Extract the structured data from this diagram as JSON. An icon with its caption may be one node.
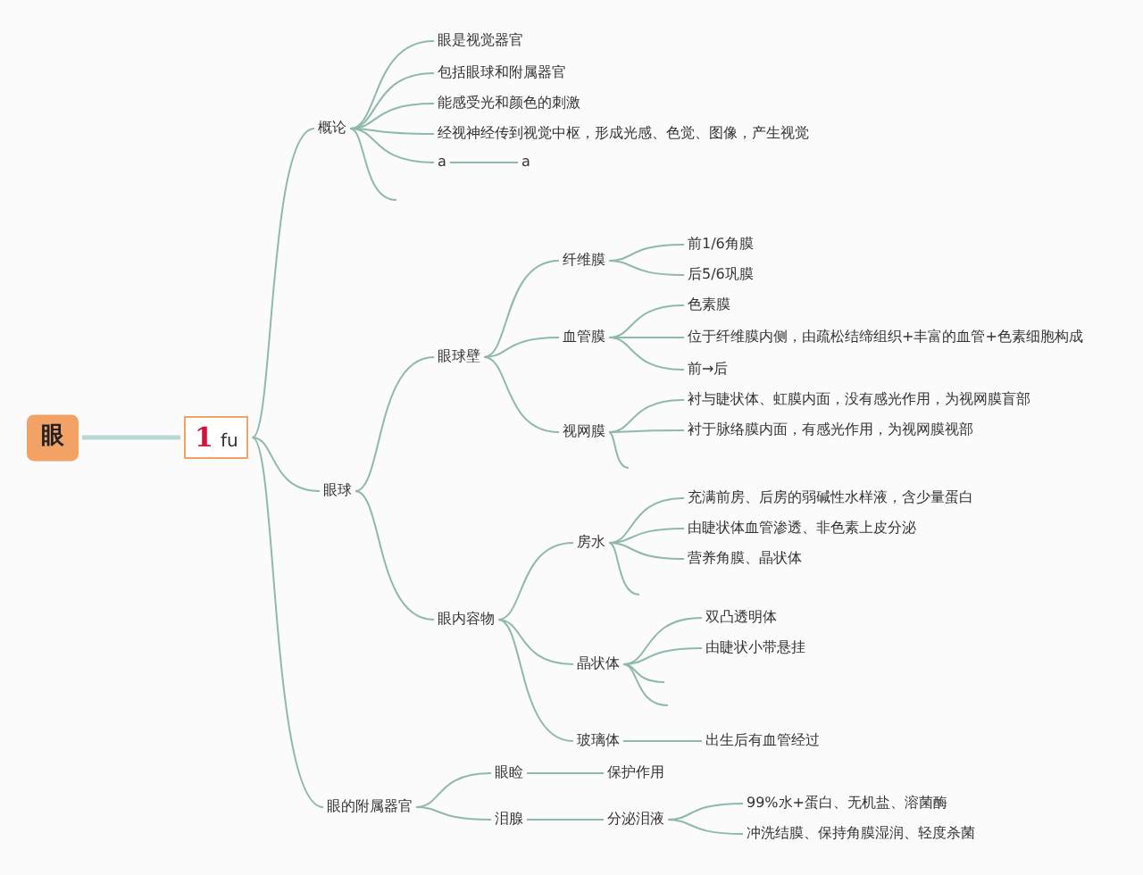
{
  "diagram": {
    "nodes": [
      {
        "text": [
          "眼"
        ]
      },
      {
        "text": [
          "1",
          "fu"
        ]
      },
      {
        "text": [
          "概论"
        ]
      },
      {
        "text": [
          "眼是视觉器官"
        ]
      },
      {
        "text": [
          "包括眼球和附属器官"
        ]
      },
      {
        "text": [
          "能感受光和颜色的刺激"
        ]
      },
      {
        "text": [
          "经视神经传到视觉中枢，形成光感、色觉、图像，产生视觉"
        ]
      },
      {
        "text": [
          "a"
        ]
      },
      {
        "text": [
          "a"
        ]
      },
      {
        "text": [
          "眼球"
        ]
      },
      {
        "text": [
          "眼球壁"
        ]
      },
      {
        "text": [
          "纤维膜"
        ]
      },
      {
        "text": [
          "前1/6角膜"
        ]
      },
      {
        "text": [
          "后5/6巩膜"
        ]
      },
      {
        "text": [
          "血管膜"
        ]
      },
      {
        "text": [
          "色素膜"
        ]
      },
      {
        "text": [
          "位于纤维膜内侧，由疏松结缔组织+丰富的血管+色素细胞构成"
        ]
      },
      {
        "text": [
          "前→后"
        ]
      },
      {
        "text": [
          "视网膜"
        ]
      },
      {
        "text": [
          "衬与睫状体、虹膜内面，没有感光作用，为视网膜盲部"
        ]
      },
      {
        "text": [
          "衬于脉络膜内面，有感光作用，为视网膜视部"
        ]
      },
      {
        "text": [
          "眼内容物"
        ]
      },
      {
        "text": [
          "房水"
        ]
      },
      {
        "text": [
          "充满前房、后房的弱碱性水样液，含少量蛋白"
        ]
      },
      {
        "text": [
          "由睫状体血管渗透、非色素上皮分泌"
        ]
      },
      {
        "text": [
          "营养角膜、晶状体"
        ]
      },
      {
        "text": [
          "晶状体"
        ]
      },
      {
        "text": [
          "双凸透明体"
        ]
      },
      {
        "text": [
          "由睫状小带悬挂"
        ]
      },
      {
        "text": [
          "玻璃体"
        ]
      },
      {
        "text": [
          "出生后有血管经过"
        ]
      },
      {
        "text": [
          "眼的附属器官"
        ]
      },
      {
        "text": [
          "眼睑"
        ]
      },
      {
        "text": [
          "保护作用"
        ]
      },
      {
        "text": [
          "泪腺"
        ]
      },
      {
        "text": [
          "分泌泪液"
        ]
      },
      {
        "text": [
          "99%水+蛋白、无机盐、溶菌酶"
        ]
      },
      {
        "text": [
          "冲洗结膜、保持角膜湿润、轻度杀菌"
        ]
      }
    ],
    "edges": [
      {
        "from": 0,
        "to": 1,
        "arrow": "none",
        "style": "thick"
      },
      {
        "from": 1,
        "to": 2,
        "arrow": "none"
      },
      {
        "from": 1,
        "to": 9,
        "arrow": "none"
      },
      {
        "from": 1,
        "to": 31,
        "arrow": "none"
      },
      {
        "from": 2,
        "to": 3,
        "arrow": "none"
      },
      {
        "from": 2,
        "to": 4,
        "arrow": "none"
      },
      {
        "from": 2,
        "to": 5,
        "arrow": "none"
      },
      {
        "from": 2,
        "to": 6,
        "arrow": "none"
      },
      {
        "from": 2,
        "to": 7,
        "arrow": "none"
      },
      {
        "from": 2,
        "to": null,
        "arrow": "none"
      },
      {
        "from": 7,
        "to": 8,
        "arrow": "none"
      },
      {
        "from": 9,
        "to": 10,
        "arrow": "none"
      },
      {
        "from": 9,
        "to": 21,
        "arrow": "none"
      },
      {
        "from": 10,
        "to": 11,
        "arrow": "none"
      },
      {
        "from": 10,
        "to": 14,
        "arrow": "none"
      },
      {
        "from": 10,
        "to": 18,
        "arrow": "none"
      },
      {
        "from": 11,
        "to": 12,
        "arrow": "none"
      },
      {
        "from": 11,
        "to": 13,
        "arrow": "none"
      },
      {
        "from": 14,
        "to": 15,
        "arrow": "none"
      },
      {
        "from": 14,
        "to": 16,
        "arrow": "none"
      },
      {
        "from": 14,
        "to": 17,
        "arrow": "none"
      },
      {
        "from": 18,
        "to": 19,
        "arrow": "none"
      },
      {
        "from": 18,
        "to": 20,
        "arrow": "none"
      },
      {
        "from": 18,
        "to": null,
        "arrow": "none"
      },
      {
        "from": 21,
        "to": 22,
        "arrow": "none"
      },
      {
        "from": 21,
        "to": 26,
        "arrow": "none"
      },
      {
        "from": 21,
        "to": 29,
        "arrow": "none"
      },
      {
        "from": 22,
        "to": 23,
        "arrow": "none"
      },
      {
        "from": 22,
        "to": 24,
        "arrow": "none"
      },
      {
        "from": 22,
        "to": 25,
        "arrow": "none"
      },
      {
        "from": 22,
        "to": null,
        "arrow": "none"
      },
      {
        "from": 26,
        "to": 27,
        "arrow": "none"
      },
      {
        "from": 26,
        "to": 28,
        "arrow": "none"
      },
      {
        "from": 26,
        "to": null,
        "arrow": "none"
      },
      {
        "from": 26,
        "to": null,
        "arrow": "none"
      },
      {
        "from": 29,
        "to": 30,
        "arrow": "none"
      },
      {
        "from": 31,
        "to": 32,
        "arrow": "none"
      },
      {
        "from": 31,
        "to": 34,
        "arrow": "none"
      },
      {
        "from": 32,
        "to": 33,
        "arrow": "none"
      },
      {
        "from": 34,
        "to": 35,
        "arrow": "none"
      },
      {
        "from": 35,
        "to": 36,
        "arrow": "none"
      },
      {
        "from": 35,
        "to": 37,
        "arrow": "none"
      }
    ]
  }
}
